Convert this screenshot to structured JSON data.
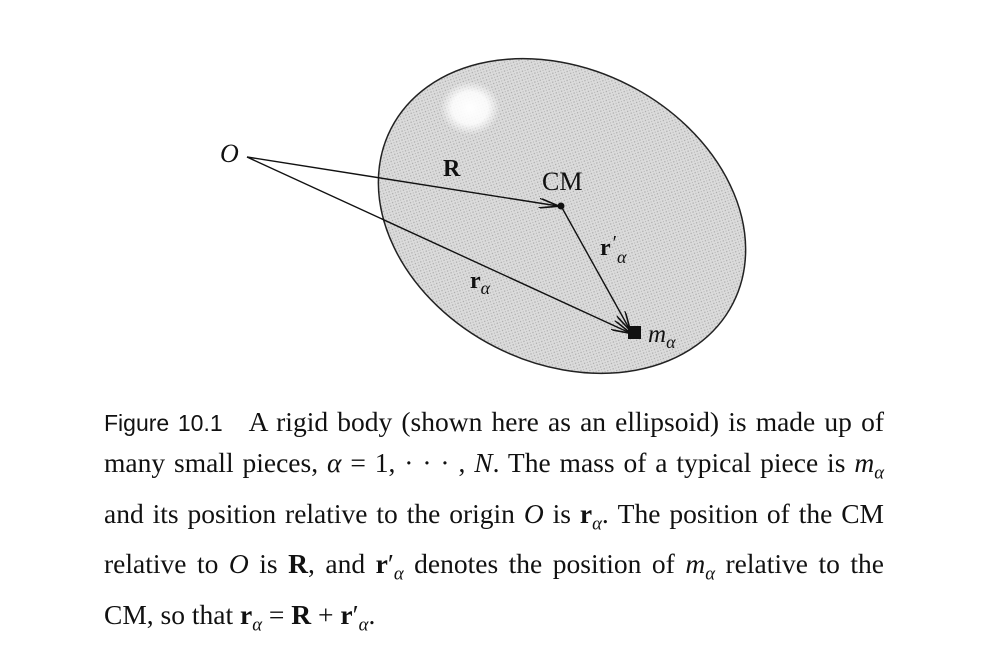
{
  "figure": {
    "labels": {
      "origin": "O",
      "R": "R",
      "CM": "CM",
      "r_alpha_base": "r",
      "r_alpha_sub": "α",
      "r_prime_base": "r",
      "r_prime_mark": "′",
      "r_prime_sub": "α",
      "m_alpha_base": "m",
      "m_alpha_sub": "α"
    },
    "colors": {
      "body_fill": "#d6d6d6",
      "highlight": "#ffffff",
      "ink": "#111111"
    }
  },
  "caption": {
    "figure_number": "Figure 10.1",
    "t1": "A rigid body (shown here as an ellipsoid) is made up of many small pieces, ",
    "alpha": "α",
    "t2": " = 1, · · · , ",
    "N": "N",
    "t3": ". The mass of a typical piece is ",
    "m": "m",
    "sub_alpha": "α",
    "t4": " and its position relative to the origin ",
    "O": "O",
    "t5": " is ",
    "r": "r",
    "t6": ". The position of the CM relative to ",
    "t7": " is ",
    "R": "R",
    "t8": ", and ",
    "prime": "′",
    "t9": " denotes the position of ",
    "t10": " relative to the CM, so that ",
    "t11": " = ",
    "t12": " + ",
    "t13": "."
  }
}
